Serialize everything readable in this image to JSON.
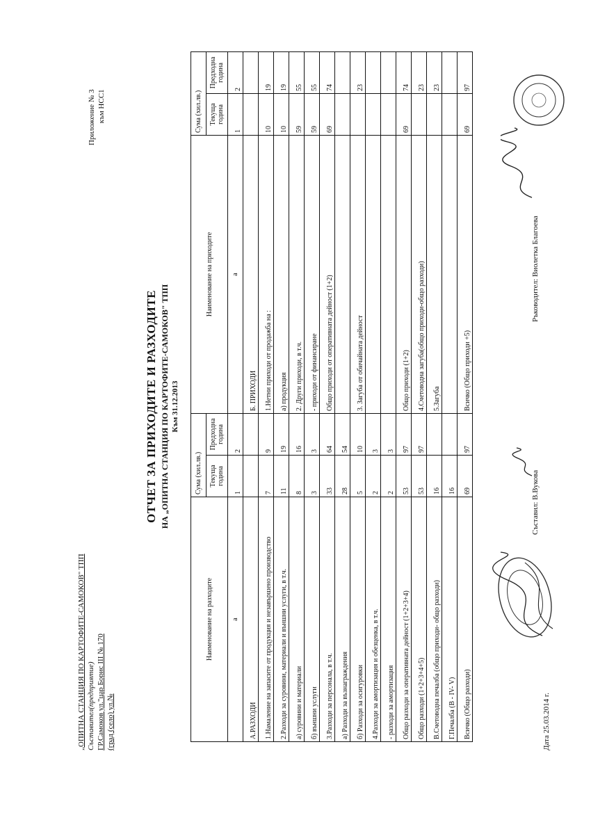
{
  "header": {
    "org_name": "„ОПИТНА СТАНЦИЯ ПО КАРТОФИТЕ-САМОКОВ\" ТПП",
    "org_label": "Съставител(предприятие)",
    "address": "ГР.Самоков ул.\"цар Борис III № 170",
    "address_label": "(град (село) ул.№",
    "appendix_line1": "Приложение № 3",
    "appendix_line2": "към НСС1"
  },
  "title": {
    "main": "ОТЧЕТ ЗА ПРИХОДИТЕ И РАЗХОДИТЕ",
    "sub": "НА „ОПИТНА СТАНЦИЯ ПО КАРТОФИТЕ-САМОКОВ\" ТПП",
    "date": "Към 31.12.2013"
  },
  "expenses": {
    "col_name": "Наименование на разходите",
    "col_sum": "Сума (хил.лв.)",
    "col_current": "Текуща година",
    "col_previous": "Предходна година",
    "idx_a": "а",
    "idx_1": "1",
    "idx_2": "2",
    "rows": [
      {
        "name": "А.РАЗХОДИ",
        "cur": "",
        "prev": ""
      },
      {
        "name": "1.Намаление на запасите от продукция и незавършено производство",
        "cur": "7",
        "prev": "9"
      },
      {
        "name": "2.Разходи за суровини, материали и външни услуги, в т.ч.",
        "cur": "11",
        "prev": "19"
      },
      {
        "name": "а) суровини и материали",
        "cur": "8",
        "prev": "16"
      },
      {
        "name": "б) външни услуги",
        "cur": "3",
        "prev": "3"
      },
      {
        "name": "3.Разходи за персонала, в т.ч.",
        "cur": "33",
        "prev": "64"
      },
      {
        "name": "а) Разходи за възнаграждения",
        "cur": "28",
        "prev": "54"
      },
      {
        "name": "б) Разходи за осигуровки",
        "cur": "5",
        "prev": "10"
      },
      {
        "name": "4.Разходи за амортизация и обезценка, в т.ч.",
        "cur": "2",
        "prev": "3"
      },
      {
        "name": "- разходи за амортизация",
        "cur": "2",
        "prev": "3"
      },
      {
        "name": "Общо разходи за оперативната дейност (1+2+3+4)",
        "cur": "53",
        "prev": "97"
      },
      {
        "name": "Общо разходи (1+2+3+4+5)",
        "cur": "53",
        "prev": "97"
      },
      {
        "name": "В.Счетоводна печалба (общо приходи- общо разходи)",
        "cur": "16",
        "prev": ""
      },
      {
        "name": "Г.Печалба (В - IV- V)",
        "cur": "16",
        "prev": ""
      },
      {
        "name": "Всичко (Общо разходи)",
        "cur": "69",
        "prev": "97"
      }
    ]
  },
  "income": {
    "col_name": "Наименование на приходите",
    "col_sum": "Сума (хил.лв.)",
    "col_current": "Текуща година",
    "col_previous": "Предходна година",
    "idx_a": "а",
    "idx_1": "1",
    "idx_2": "2",
    "rows": [
      {
        "name": "Б. ПРИХОДИ",
        "cur": "",
        "prev": ""
      },
      {
        "name": "1.Нетни приходи от продажба на :",
        "cur": "10",
        "prev": "19"
      },
      {
        "name": "а) продукция",
        "cur": "10",
        "prev": "19"
      },
      {
        "name": "2. Други приходи, в т.ч.",
        "cur": "59",
        "prev": "55"
      },
      {
        "name": "- приходи от финансиране",
        "cur": "59",
        "prev": "55"
      },
      {
        "name": "Общо приходи от оперативната дейност (1+2)",
        "cur": "69",
        "prev": "74"
      },
      {
        "name": "",
        "cur": "",
        "prev": ""
      },
      {
        "name": "3. Загуба от обичайната дейност",
        "cur": "",
        "prev": "23"
      },
      {
        "name": "",
        "cur": "",
        "prev": ""
      },
      {
        "name": "",
        "cur": "",
        "prev": ""
      },
      {
        "name": "Общо приходи (1+2)",
        "cur": "69",
        "prev": "74"
      },
      {
        "name": "4.Счетоводна загуба(общо приходи-общо разходи)",
        "cur": "",
        "prev": "23"
      },
      {
        "name": "5.Загуба",
        "cur": "",
        "prev": "23"
      },
      {
        "name": "",
        "cur": "",
        "prev": ""
      },
      {
        "name": "Всичко (Общо приходи +5)",
        "cur": "69",
        "prev": "97"
      }
    ]
  },
  "footer": {
    "date_label": "Дата 25.03.2014 г.",
    "compiler": "Съставил: В.Вукова",
    "manager": "Ръководител: Виолетка Благоева"
  },
  "colors": {
    "ink": "#111111",
    "stamp": "#333333"
  }
}
